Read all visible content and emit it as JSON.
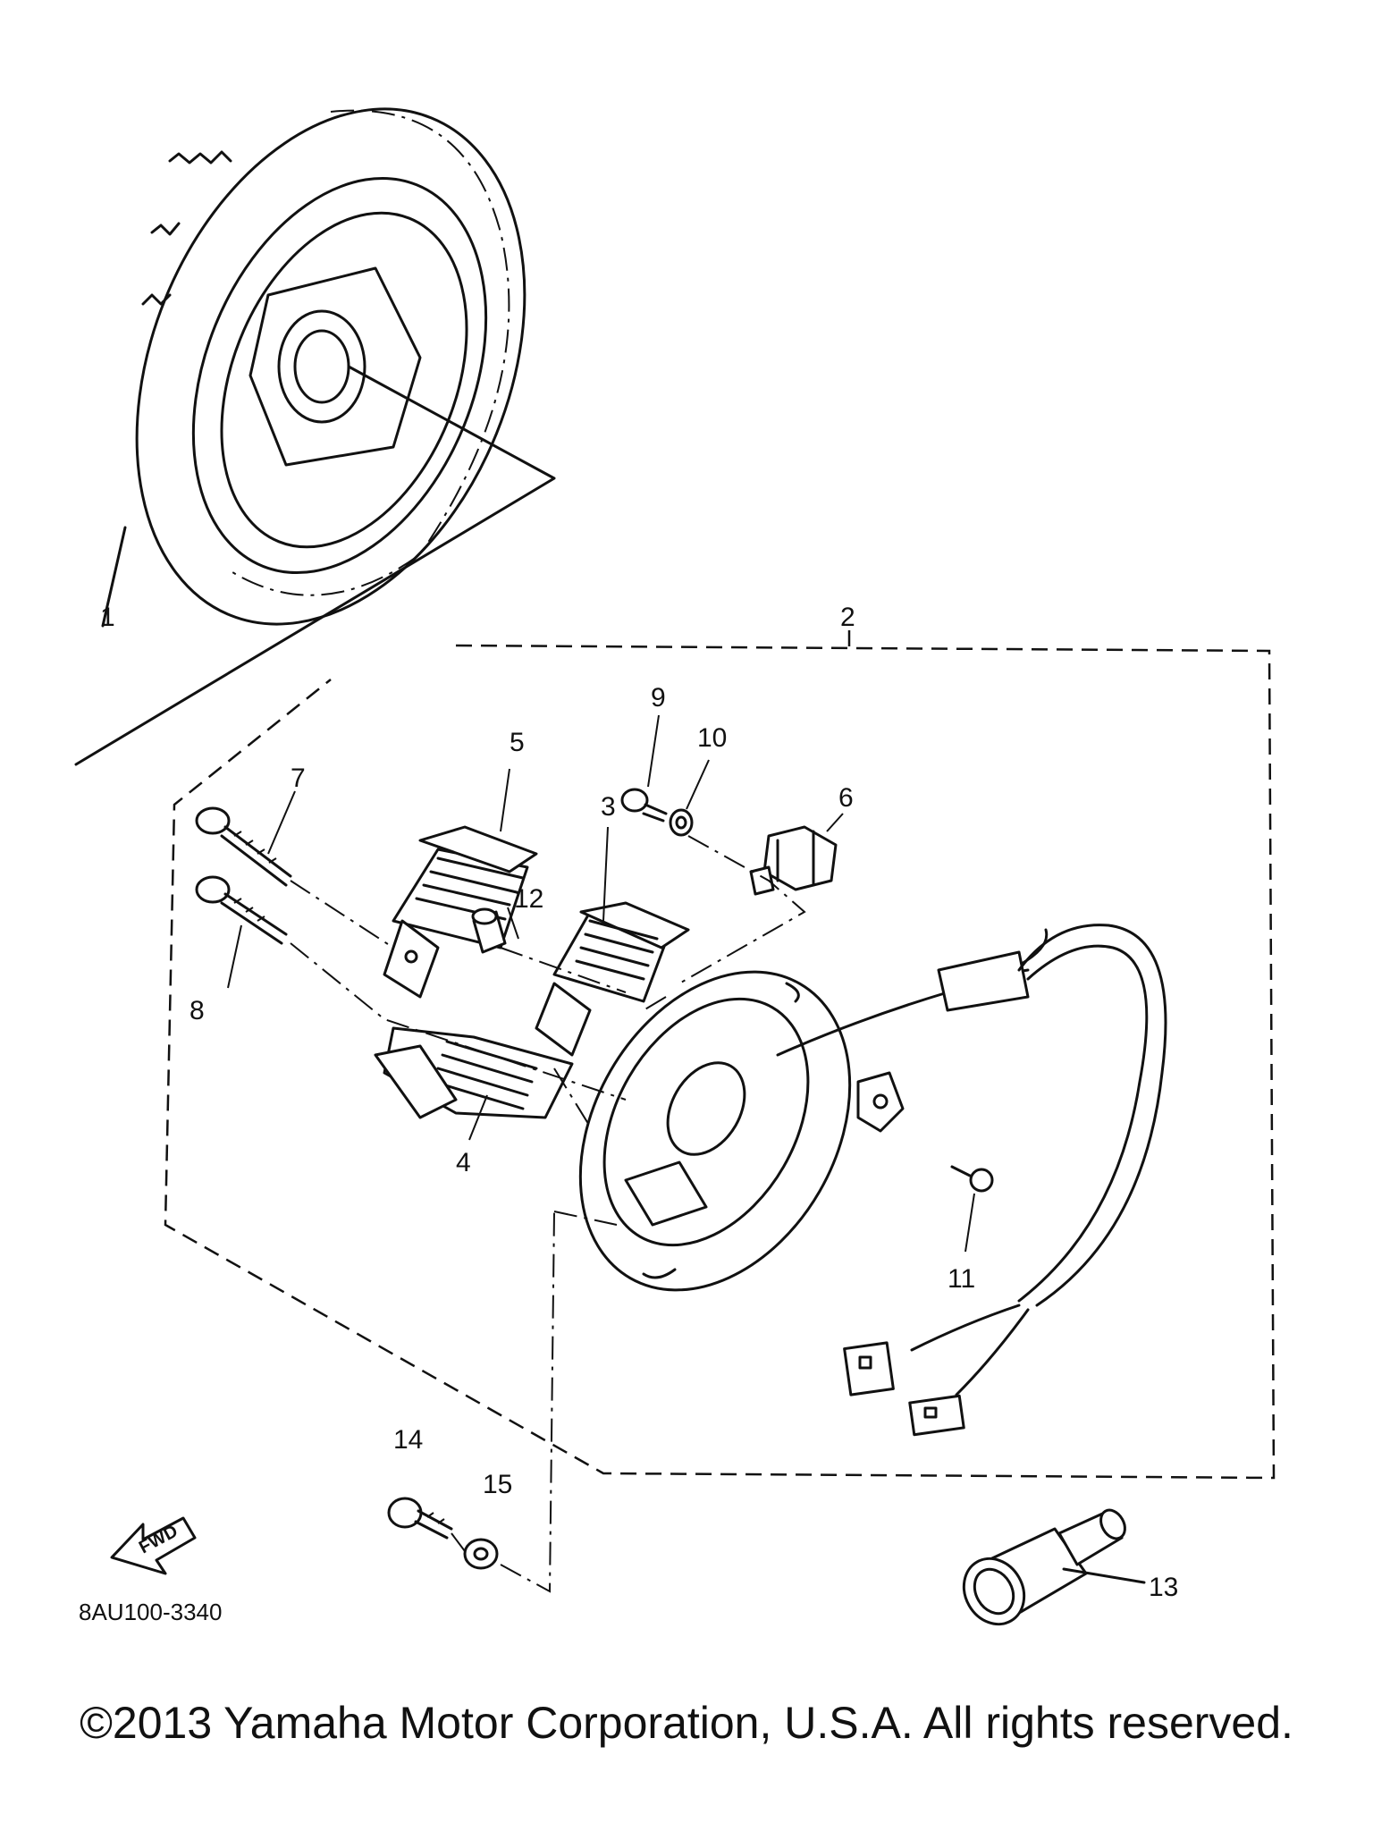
{
  "diagram": {
    "callouts": {
      "c1": "1",
      "c2": "2",
      "c3": "3",
      "c4": "4",
      "c5": "5",
      "c6": "6",
      "c7": "7",
      "c8": "8",
      "c9": "9",
      "c10": "10",
      "c11": "11",
      "c12": "12",
      "c13": "13",
      "c14": "14",
      "c15": "15"
    },
    "fwd_label": "FWD",
    "part_number": "8AU100-3340"
  },
  "footer": {
    "copyright": "©2013 Yamaha Motor Corporation, U.S.A. All rights reserved."
  }
}
